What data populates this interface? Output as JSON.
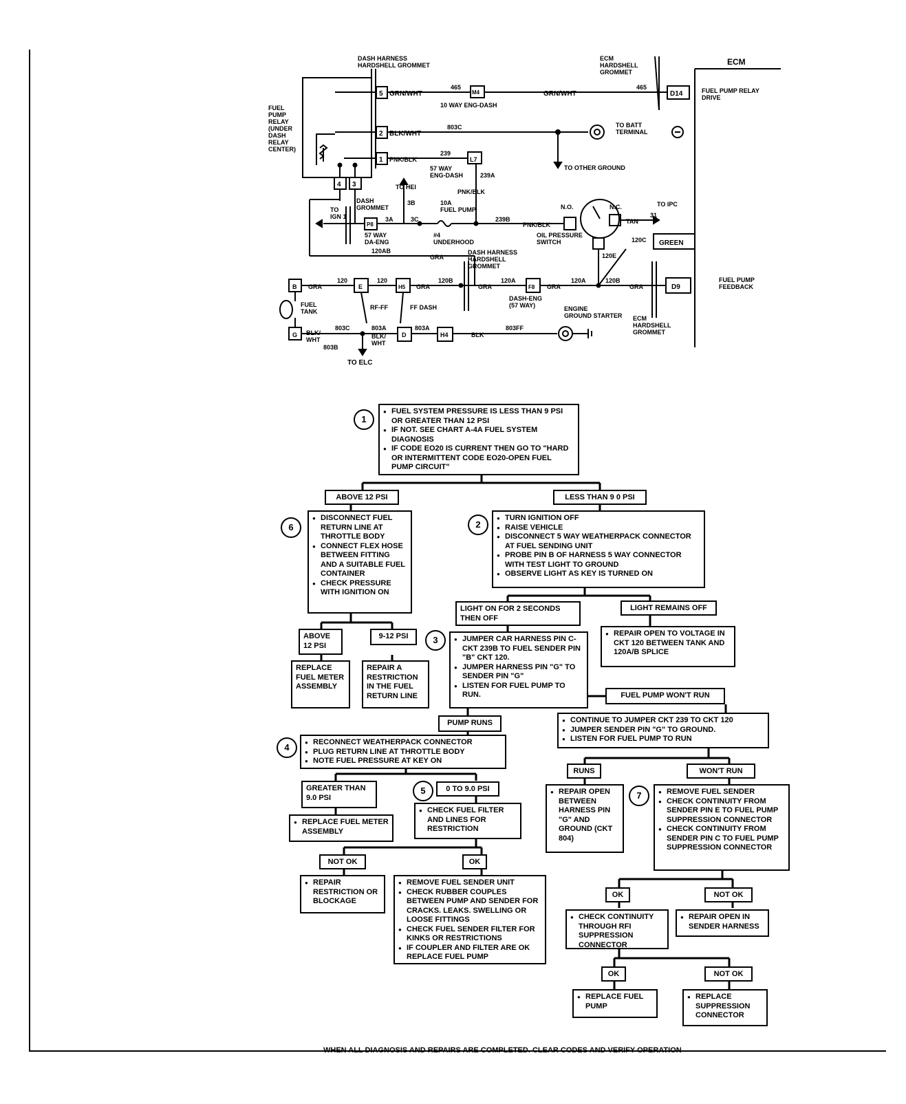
{
  "wiring": {
    "ecm_title": "ECM",
    "dash_grommet_top": "DASH HARNESS\nHARDSHELL GROMMET",
    "ecm_grommet_top": "ECM\nHARDSHELL\nGROMMET",
    "relay_label": "FUEL\nPUMP\nRELAY\n(UNDER\nDASH\nRELAY\nCENTER)",
    "pin5": "5",
    "pin2": "2",
    "pin1": "1",
    "pin4": "4",
    "pin3": "3",
    "grn_wht": "GRN/WHT",
    "c465": "465",
    "m4": "M4",
    "ten_way": "10 WAY ENG-DASH",
    "grn_wht2": "GRN/WHT",
    "c465b": "465",
    "d14": "D14",
    "fuel_pump_relay_drive": "FUEL PUMP RELAY\nDRIVE",
    "blk_wht": "BLK/WHT",
    "c803c": "803C",
    "to_batt": "TO BATT\nTERMINAL",
    "pnk_blk": "PNK/BLK",
    "c239": "239",
    "l7": "L7",
    "fiftyseven_way": "57 WAY\nENG-DASH",
    "c239a": "239A",
    "to_other_ground": "TO OTHER GROUND",
    "to_hei": "TO HEI",
    "dash_grommet": "DASH\nGROMMET",
    "c3b": "3B",
    "pnk_blk2": "PNK/BLK",
    "to_ign": "TO\nIGN 1",
    "c3a": "3A",
    "p8": "P8",
    "c3c": "3C",
    "fuse": "10A\nFUEL PUMP",
    "f4": "#4\nUNDERHOOD",
    "fiftyseven_da": "57 WAY\nDA-ENG",
    "c239b": "239B",
    "pnk_blk3": "PNK/BLK",
    "no": "N.O.",
    "nc": "N.C.",
    "tan": "TAN",
    "c31": "31",
    "to_ipc": "TO IPC",
    "oil_switch": "OIL PRESSURE\nSWITCH",
    "c120e": "120E",
    "c120c": "120C",
    "green": "GREEN",
    "c120ab": "120AB",
    "gra": "GRA",
    "dash_hardshell2": "DASH HARNESS\nHARDSHELL\nGROMMET",
    "b": "B",
    "gra1": "GRA",
    "c120d": "120",
    "e": "E",
    "c120": "120",
    "h5": "H5",
    "gra2": "GRA",
    "c120b": "120B",
    "gra3": "GRA",
    "c120a": "120A",
    "f8": "F8",
    "gra4": "GRA",
    "c120a2": "120A",
    "c120b2": "120B",
    "gra5": "GRA",
    "d9": "D9",
    "fuel_pump_feedback": "FUEL PUMP\nFEEDBACK",
    "fuel_tank": "FUEL\nTANK",
    "rf_ff": "RF-FF",
    "ff_dash": "FF DASH",
    "dash_eng": "DASH-ENG\n(57 WAY)",
    "engine_ground": "ENGINE\nGROUND STARTER",
    "ecm_grommet_bot": "ECM\nHARDSHELL\nGROMMET",
    "g": "G",
    "blk_wht2": "BLK/\nWHT",
    "c803c2": "803C",
    "c803b": "803B",
    "c803a": "803A",
    "blk_wht3": "BLK/\nWHT",
    "d": "D",
    "c803a2": "803A",
    "h4": "H4",
    "blk": "BLK",
    "c803ff": "803FF",
    "to_elc": "TO ELC"
  },
  "chart": {
    "s1": "1",
    "box1": [
      "FUEL SYSTEM PRESSURE IS LESS THAN 9 PSI OR GREATER THAN 12 PSI",
      "IF NOT. SEE CHART A-4A FUEL SYSTEM DIAGNOSIS",
      "IF CODE EO20 IS CURRENT THEN GO TO \"HARD OR INTERMITTENT CODE EO20-OPEN FUEL PUMP CIRCUIT\""
    ],
    "above12": "ABOVE 12 PSI",
    "less9": "LESS THAN 9 0 PSI",
    "s6": "6",
    "box6": [
      "DISCONNECT FUEL RETURN LINE AT THROTTLE BODY",
      "CONNECT FLEX HOSE BETWEEN FITTING AND A SUITABLE FUEL CONTAINER",
      "CHECK PRESSURE WITH IGNITION ON"
    ],
    "s2": "2",
    "box2": [
      "TURN IGNITION OFF",
      "RAISE VEHICLE",
      "DISCONNECT 5 WAY WEATHERPACK CONNECTOR AT FUEL SENDING UNIT",
      "PROBE PIN B OF HARNESS 5 WAY CONNECTOR WITH TEST LIGHT TO GROUND",
      "OBSERVE LIGHT AS KEY IS TURNED ON"
    ],
    "light_on": "LIGHT ON FOR 2 SECONDS THEN OFF",
    "light_off": "LIGHT REMAINS OFF",
    "above12b": "ABOVE 12 PSI",
    "p912": "9-12 PSI",
    "replace_meter": "REPLACE FUEL METER ASSEMBLY",
    "repair_restriction": "REPAIR A RESTRICTION IN THE FUEL RETURN LINE",
    "s3": "3",
    "box3": [
      "JUMPER CAR HARNESS PIN C-CKT 239B TO FUEL SENDER PIN \"B\" CKT 120.",
      "JUMPER HARNESS PIN \"G\" TO SENDER PIN \"G\"",
      "LISTEN FOR FUEL PUMP TO RUN."
    ],
    "repair_open_voltage": [
      "REPAIR OPEN TO VOLTAGE IN CKT 120 BETWEEN TANK AND 120A/B SPLICE"
    ],
    "wont_run": "FUEL PUMP WON'T RUN",
    "pump_runs": "PUMP RUNS",
    "jumper_box": [
      "CONTINUE TO JUMPER CKT 239 TO CKT 120",
      "JUMPER SENDER PIN \"G\" TO GROUND.",
      "LISTEN FOR FUEL PUMP TO RUN"
    ],
    "s4": "4",
    "box4": [
      "RECONNECT WEATHERPACK CONNECTOR",
      "PLUG RETURN LINE AT THROTTLE BODY",
      "NOTE FUEL PRESSURE AT KEY ON"
    ],
    "runs": "RUNS",
    "wont_run2": "WON'T RUN",
    "greater9": "GREATER THAN 9.0 PSI",
    "s5": "5",
    "zero9": "0 TO 9.0 PSI",
    "repair_open_between": [
      "REPAIR OPEN BETWEEN HARNESS PIN \"G\" AND GROUND (CKT 804)"
    ],
    "s7": "7",
    "box7": [
      "REMOVE FUEL SENDER",
      "CHECK CONTINUITY FROM SENDER PIN E TO FUEL PUMP SUPPRESSION CONNECTOR",
      "CHECK CONTINUITY FROM SENDER PIN C TO FUEL PUMP SUPPRESSION CONNECTOR"
    ],
    "replace_meter2": [
      "REPLACE FUEL METER ASSEMBLY"
    ],
    "check_filter": [
      "CHECK FUEL FILTER AND LINES FOR RESTRICTION"
    ],
    "not_ok": "NOT OK",
    "ok": "OK",
    "repair_blockage": [
      "REPAIR RESTRICTION OR BLOCKAGE"
    ],
    "remove_sender_box": [
      "REMOVE FUEL SENDER UNIT",
      "CHECK RUBBER COUPLES BETWEEN PUMP AND SENDER FOR CRACKS. LEAKS. SWELLING OR LOOSE FITTINGS",
      "CHECK FUEL SENDER FILTER FOR KINKS OR RESTRICTIONS",
      "IF COUPLER AND FILTER ARE OK REPLACE FUEL PUMP"
    ],
    "ok2": "OK",
    "not_ok2": "NOT OK",
    "check_rfi": [
      "CHECK CONTINUITY THROUGH RFI SUPPRESSION CONNECTOR"
    ],
    "repair_sender_harness": [
      "REPAIR OPEN IN SENDER HARNESS"
    ],
    "ok3": "OK",
    "not_ok3": "NOT OK",
    "replace_pump": [
      "REPLACE FUEL PUMP"
    ],
    "replace_suppression": [
      "REPLACE SUPPRESSION CONNECTOR"
    ],
    "footer": "WHEN ALL DIAGNOSIS AND REPAIRS ARE COMPLETED. CLEAR CODES AND VERIFY OPERATION"
  }
}
